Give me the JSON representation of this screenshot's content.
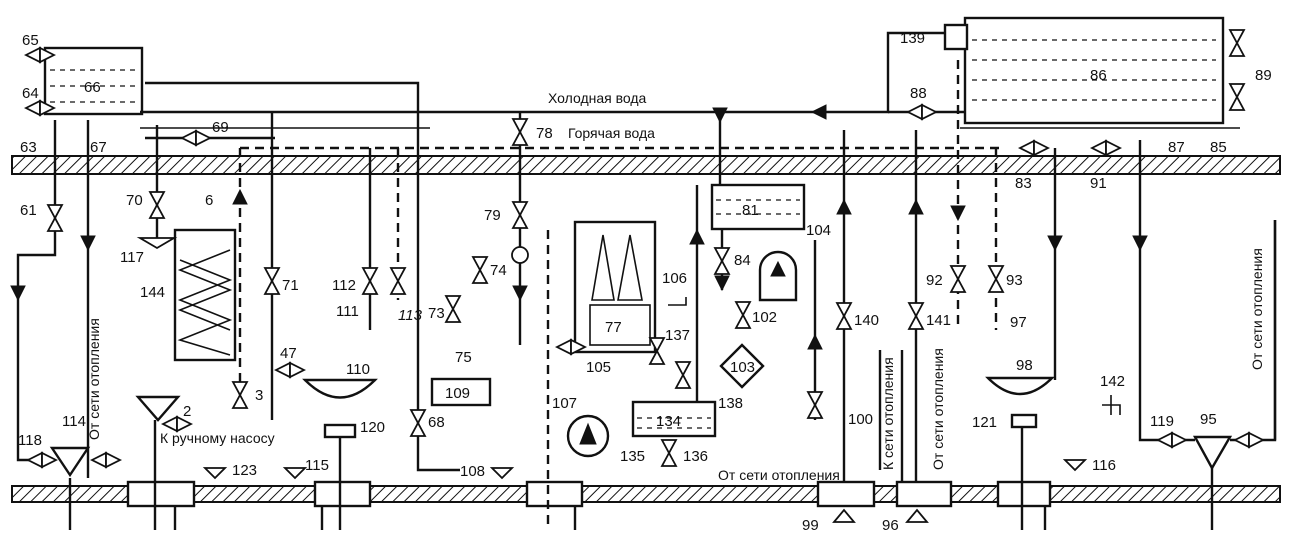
{
  "labels": {
    "cold_water": "Холодная вода",
    "hot_water": "Горячая вода",
    "to_hand_pump": "К ручному насосу",
    "from_heating_left": "От сети отопления",
    "from_heating_center": "От сети отопления",
    "to_heating": "К сети отопления",
    "from_heating_mid": "От сети отопления",
    "from_heating_right": "От сети отопления"
  },
  "callouts": [
    "65",
    "64",
    "66",
    "63",
    "67",
    "69",
    "61",
    "70",
    "6",
    "117",
    "144",
    "71",
    "112",
    "111",
    "113",
    "74",
    "73",
    "75",
    "47",
    "3",
    "2",
    "110",
    "120",
    "68",
    "109",
    "78",
    "79",
    "77",
    "105",
    "106",
    "137",
    "107",
    "138",
    "134",
    "135",
    "136",
    "108",
    "81",
    "84",
    "102",
    "103",
    "104",
    "100",
    "140",
    "141",
    "92",
    "93",
    "97",
    "98",
    "121",
    "142",
    "119",
    "95",
    "116",
    "139",
    "86",
    "89",
    "88",
    "83",
    "91",
    "87",
    "85",
    "118",
    "114",
    "123",
    "115",
    "99",
    "96"
  ]
}
